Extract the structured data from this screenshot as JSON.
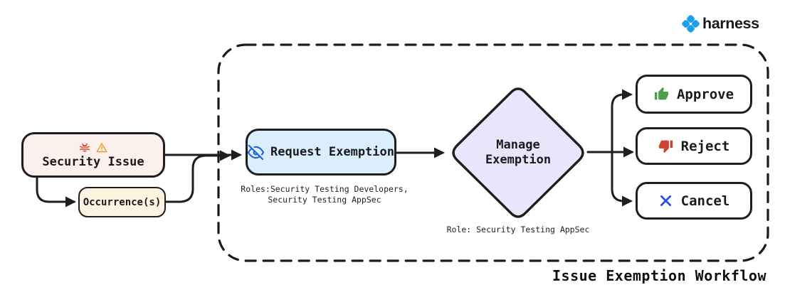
{
  "logo": {
    "text": "harness",
    "brand_color": "#1d9fe8"
  },
  "canvas": {
    "background": "#ffffff",
    "line_color": "#1e1e1e",
    "border_color": "#1e1e1e"
  },
  "workflow": {
    "caption": "Issue Exemption Workflow",
    "security_issue": {
      "label": "Security Issue",
      "fill": "#fcf0ec",
      "bug_color": "#d6412e",
      "warning_color": "#e9a23b"
    },
    "occurrence": {
      "label": "Occurrence(s)",
      "fill": "#fcf3e0"
    },
    "request_exemption": {
      "label": "Request Exemption",
      "fill": "#dbeefb",
      "icon_color": "#2563d0",
      "roles_note": [
        "Roles:Security Testing Developers,",
        "Security Testing AppSec"
      ]
    },
    "manage_exemption": {
      "label": [
        "Manage",
        "Exemption"
      ],
      "fill": "#e9e6fb",
      "role_note": "Role: Security Testing AppSec"
    },
    "actions": [
      {
        "label": "Approve",
        "icon": "thumbs-up-icon",
        "icon_color": "#4e9e50"
      },
      {
        "label": "Reject",
        "icon": "thumbs-down-icon",
        "icon_color": "#cf4130"
      },
      {
        "label": "Cancel",
        "icon": "x-icon",
        "icon_color": "#2b50d8"
      }
    ]
  }
}
